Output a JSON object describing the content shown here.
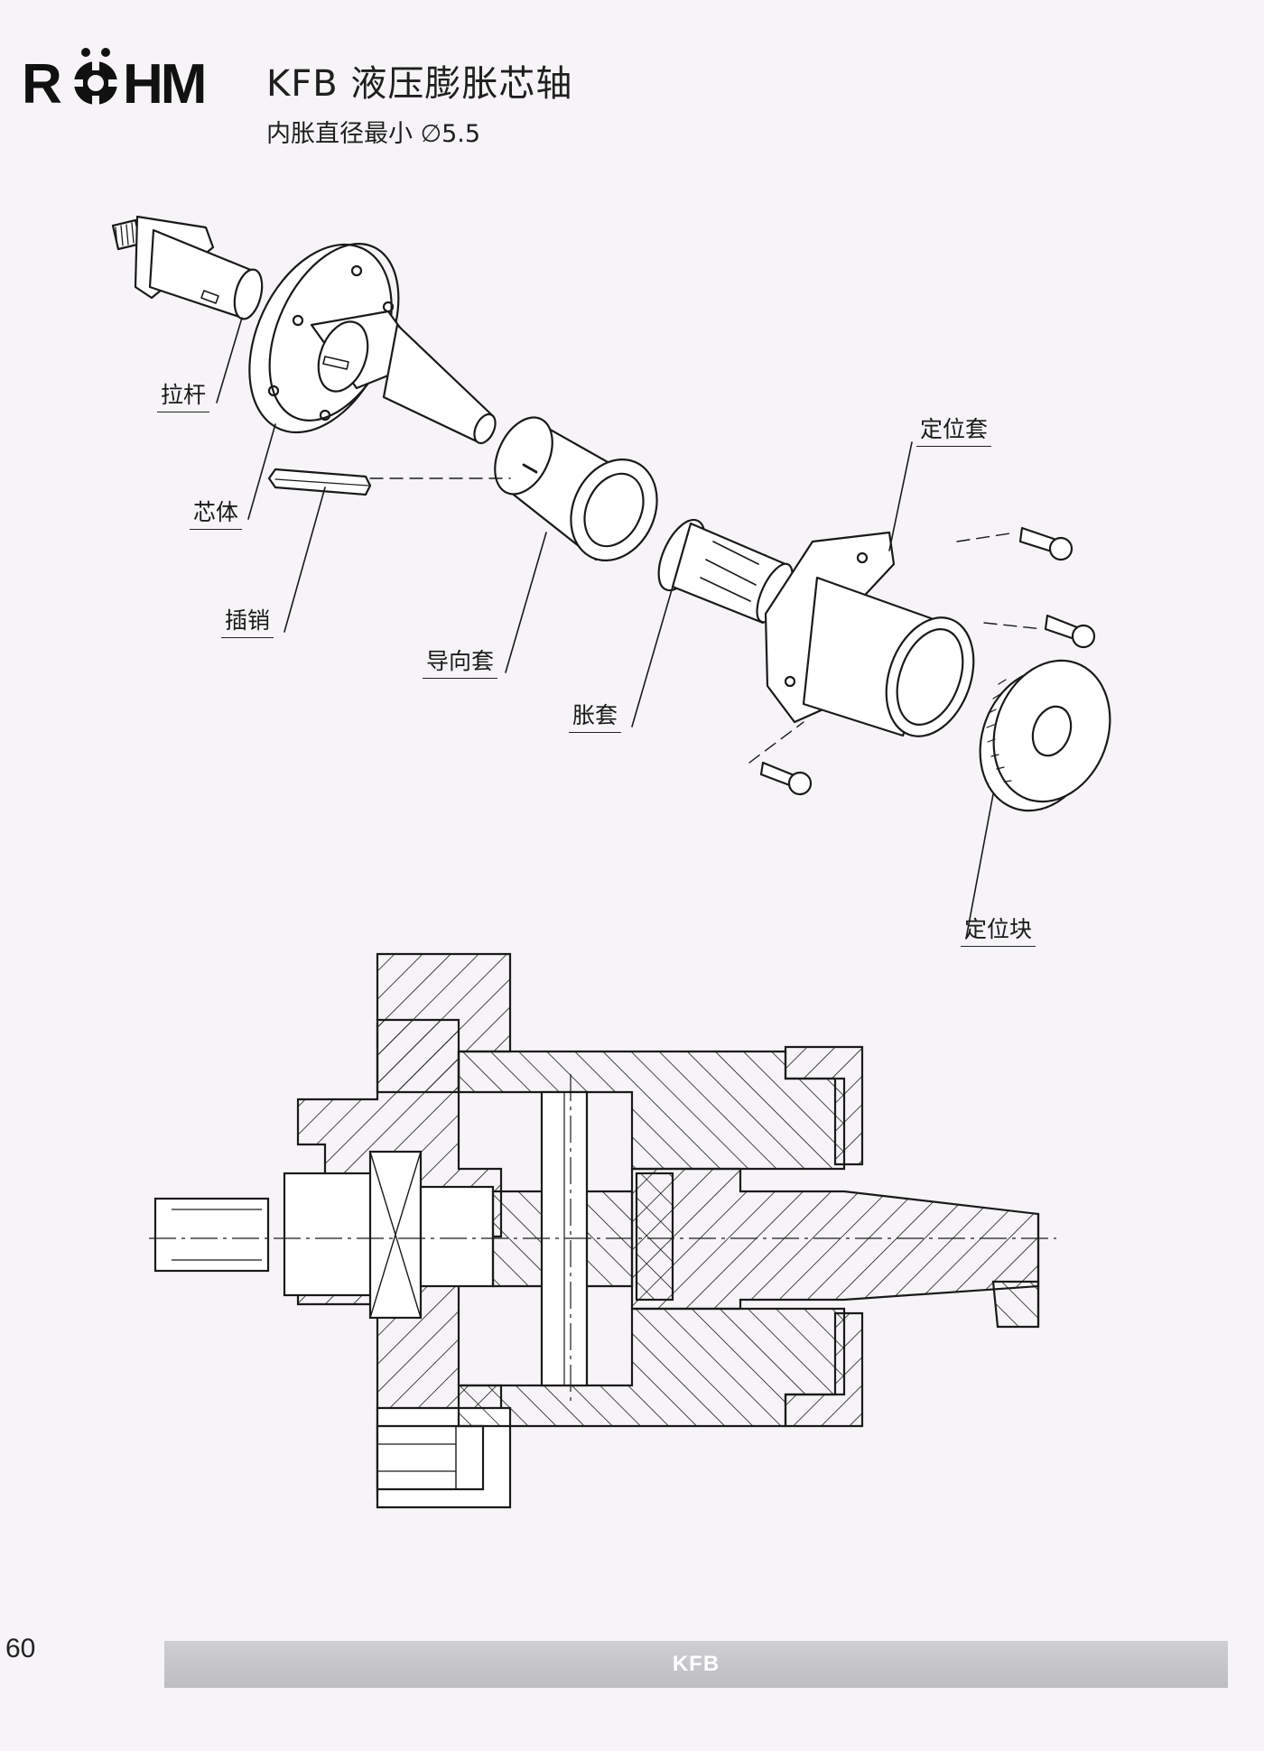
{
  "brand": {
    "name": "RÖHM"
  },
  "header": {
    "title": "KFB 液压膨胀芯轴",
    "subtitle": "内胀直径最小 ∅5.5"
  },
  "exploded_view": {
    "labels": {
      "pull_rod": "拉杆",
      "core_body": "芯体",
      "insert_pin": "插销",
      "guide_sleeve": "导向套",
      "expansion_sleeve": "胀套",
      "locating_sleeve": "定位套",
      "locating_block": "定位块"
    }
  },
  "footer": {
    "page_number": "60",
    "section_label": "KFB"
  },
  "colors": {
    "page_background": "#f6f4f7",
    "ink": "#1a1a1a",
    "footer_bar": "#c4c4c8"
  }
}
